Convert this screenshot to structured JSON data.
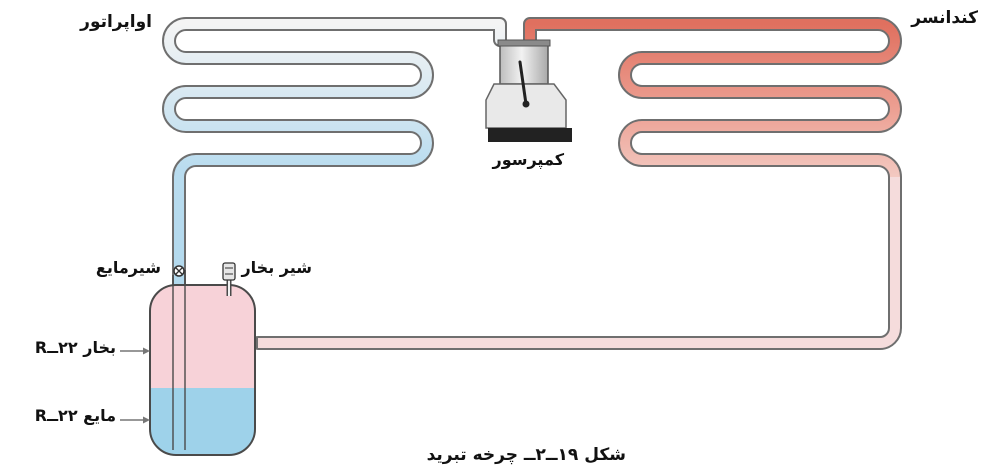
{
  "labels": {
    "condenser": "کندانسر",
    "evaporator": "اواپراتور",
    "compressor": "کمپرسور",
    "liquid_valve": "شیرمایع",
    "vapor_valve": "شیر بخار",
    "vapor_r22": "بخار ۲۲ــR",
    "liquid_r22": "مایع ۲۲ــR",
    "caption": "شکل ۱۹ــ۲ــ چرخه تبرید"
  },
  "colors": {
    "condenser_hot": "#e0705f",
    "condenser_cool": "#f3c9c1",
    "evaporator_white": "#f4f4f4",
    "evaporator_blue": "#a9d4ea",
    "tube_outline": "#6f6f6f",
    "receiver_vapor": "#f7d2d8",
    "receiver_liquid": "#9ed2ea",
    "compressor_body": "#e9e9e9",
    "compressor_base": "#222222"
  }
}
